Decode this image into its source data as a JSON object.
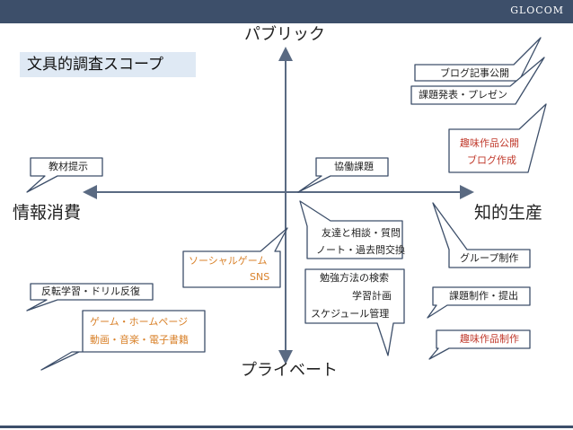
{
  "header": {
    "brand": "GLOCOM"
  },
  "title": "文具的調査スコープ",
  "axes": {
    "top": "パブリック",
    "bottom": "プライベート",
    "left": "情報消費",
    "right": "知的生産"
  },
  "callouts": {
    "blog_publish": "ブログ記事公開",
    "presentation": "課題発表・プレゼン",
    "hobby_publish": "趣味作品公開",
    "blog_create": "ブログ作成",
    "materials": "教材提示",
    "collab": "協働課題",
    "consult": "友達と相談・質問",
    "note_exchange": "ノート・過去問交換",
    "social_game": "ソーシャルゲーム",
    "sns": "SNS",
    "group_work": "グループ制作",
    "study_search": "勉強方法の検索",
    "study_plan": "学習計画",
    "schedule": "スケジュール管理",
    "drill": "反転学習・ドリル反復",
    "task_submit": "課題制作・提出",
    "game_homepage": "ゲーム・ホームページ",
    "media_books": "動画・音楽・電子書籍",
    "hobby_create": "趣味作品制作"
  },
  "colors": {
    "header": "#3d4f6a",
    "title_bg": "#dfe9f4",
    "axis": "#5a6a82",
    "callout_stroke": "#3d4f6a",
    "text_red": "#c0392b",
    "text_orange": "#d9822b"
  }
}
